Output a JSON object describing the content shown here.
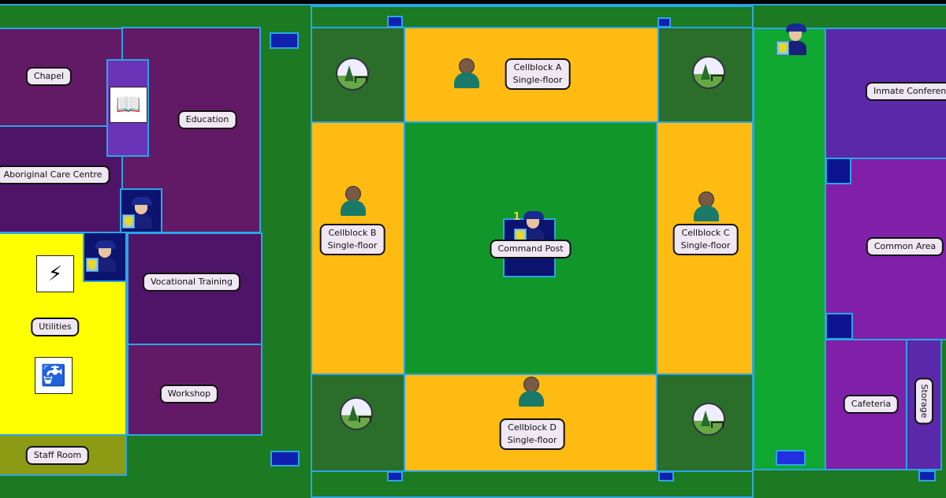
{
  "rooms": {
    "chapel": "Chapel",
    "education": "Education",
    "aboriginal": "Aboriginal Care Centre",
    "utilities": "Utilities",
    "vocational": "Vocational Training",
    "workshop": "Workshop",
    "staff_room": "Staff Room",
    "cellblock_a": [
      "Cellblock A",
      "Single-floor"
    ],
    "cellblock_b": [
      "Cellblock B",
      "Single-floor"
    ],
    "cellblock_c": [
      "Cellblock C",
      "Single-floor"
    ],
    "cellblock_d": [
      "Cellblock D",
      "Single-floor"
    ],
    "command_post": "Command Post",
    "command_post_count": "1",
    "inmate_conference": "Inmate Conference",
    "common_area": "Common Area",
    "cafeteria": "Cafeteria",
    "storage": "Storage"
  },
  "icons": {
    "library": "book-reader-icon",
    "power": "lightning-icon",
    "water": "tap-icon",
    "yard": "park-icon",
    "guard": "guard-icon",
    "prisoner": "prisoner-icon"
  },
  "colors": {
    "wall": "#2aa6e6",
    "cellblock": "#ffbb11",
    "yard": "#11962a",
    "utilities": "#ffff00"
  }
}
